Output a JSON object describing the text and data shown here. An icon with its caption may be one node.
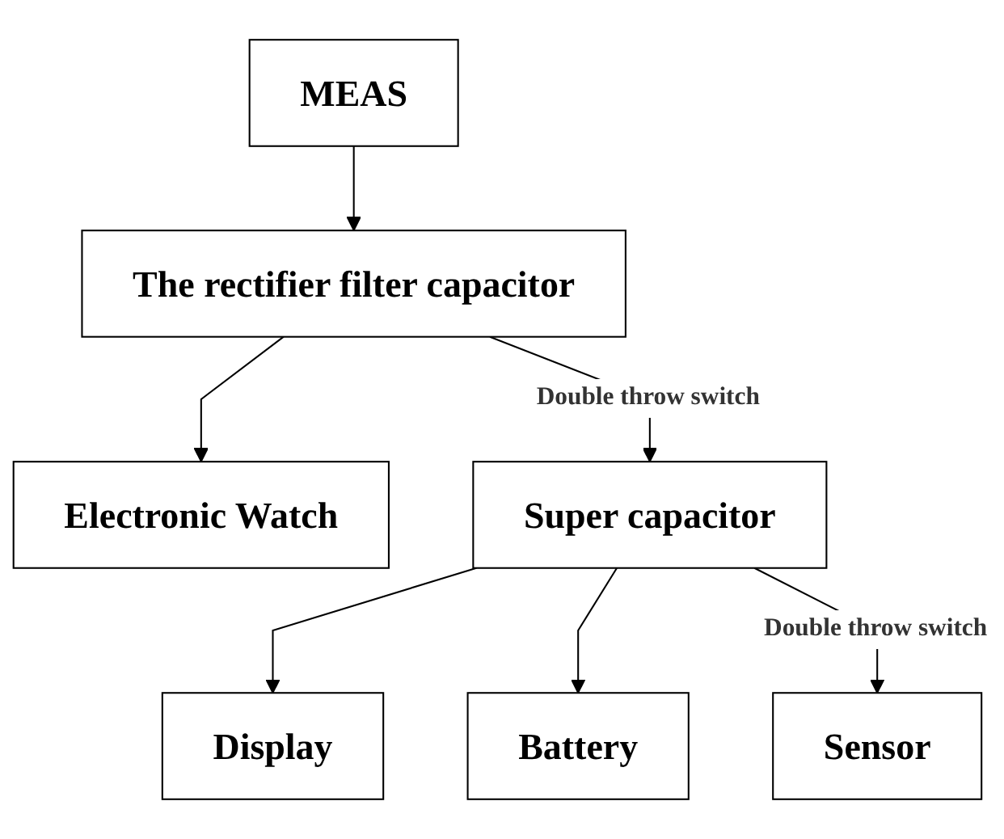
{
  "diagram": {
    "nodes": [
      {
        "text": [
          "MEAS"
        ]
      },
      {
        "text": [
          "The rectifier filter capacitor"
        ]
      },
      {
        "text": [
          "Electronic Watch"
        ]
      },
      {
        "text": [
          "Super capacitor"
        ]
      },
      {
        "text": [
          "Display"
        ]
      },
      {
        "text": [
          "Battery"
        ]
      },
      {
        "text": [
          "Sensor"
        ]
      }
    ],
    "edges": [
      {
        "from": 0,
        "to": 1,
        "arrow": "to"
      },
      {
        "from": 1,
        "to": 2,
        "arrow": "to"
      },
      {
        "from": 1,
        "to": 3,
        "arrow": "to",
        "label": "Double throw switch"
      },
      {
        "from": 3,
        "to": 4,
        "arrow": "to"
      },
      {
        "from": 3,
        "to": 5,
        "arrow": "to"
      },
      {
        "from": 3,
        "to": 6,
        "arrow": "to",
        "label": "Double throw switch"
      }
    ]
  }
}
